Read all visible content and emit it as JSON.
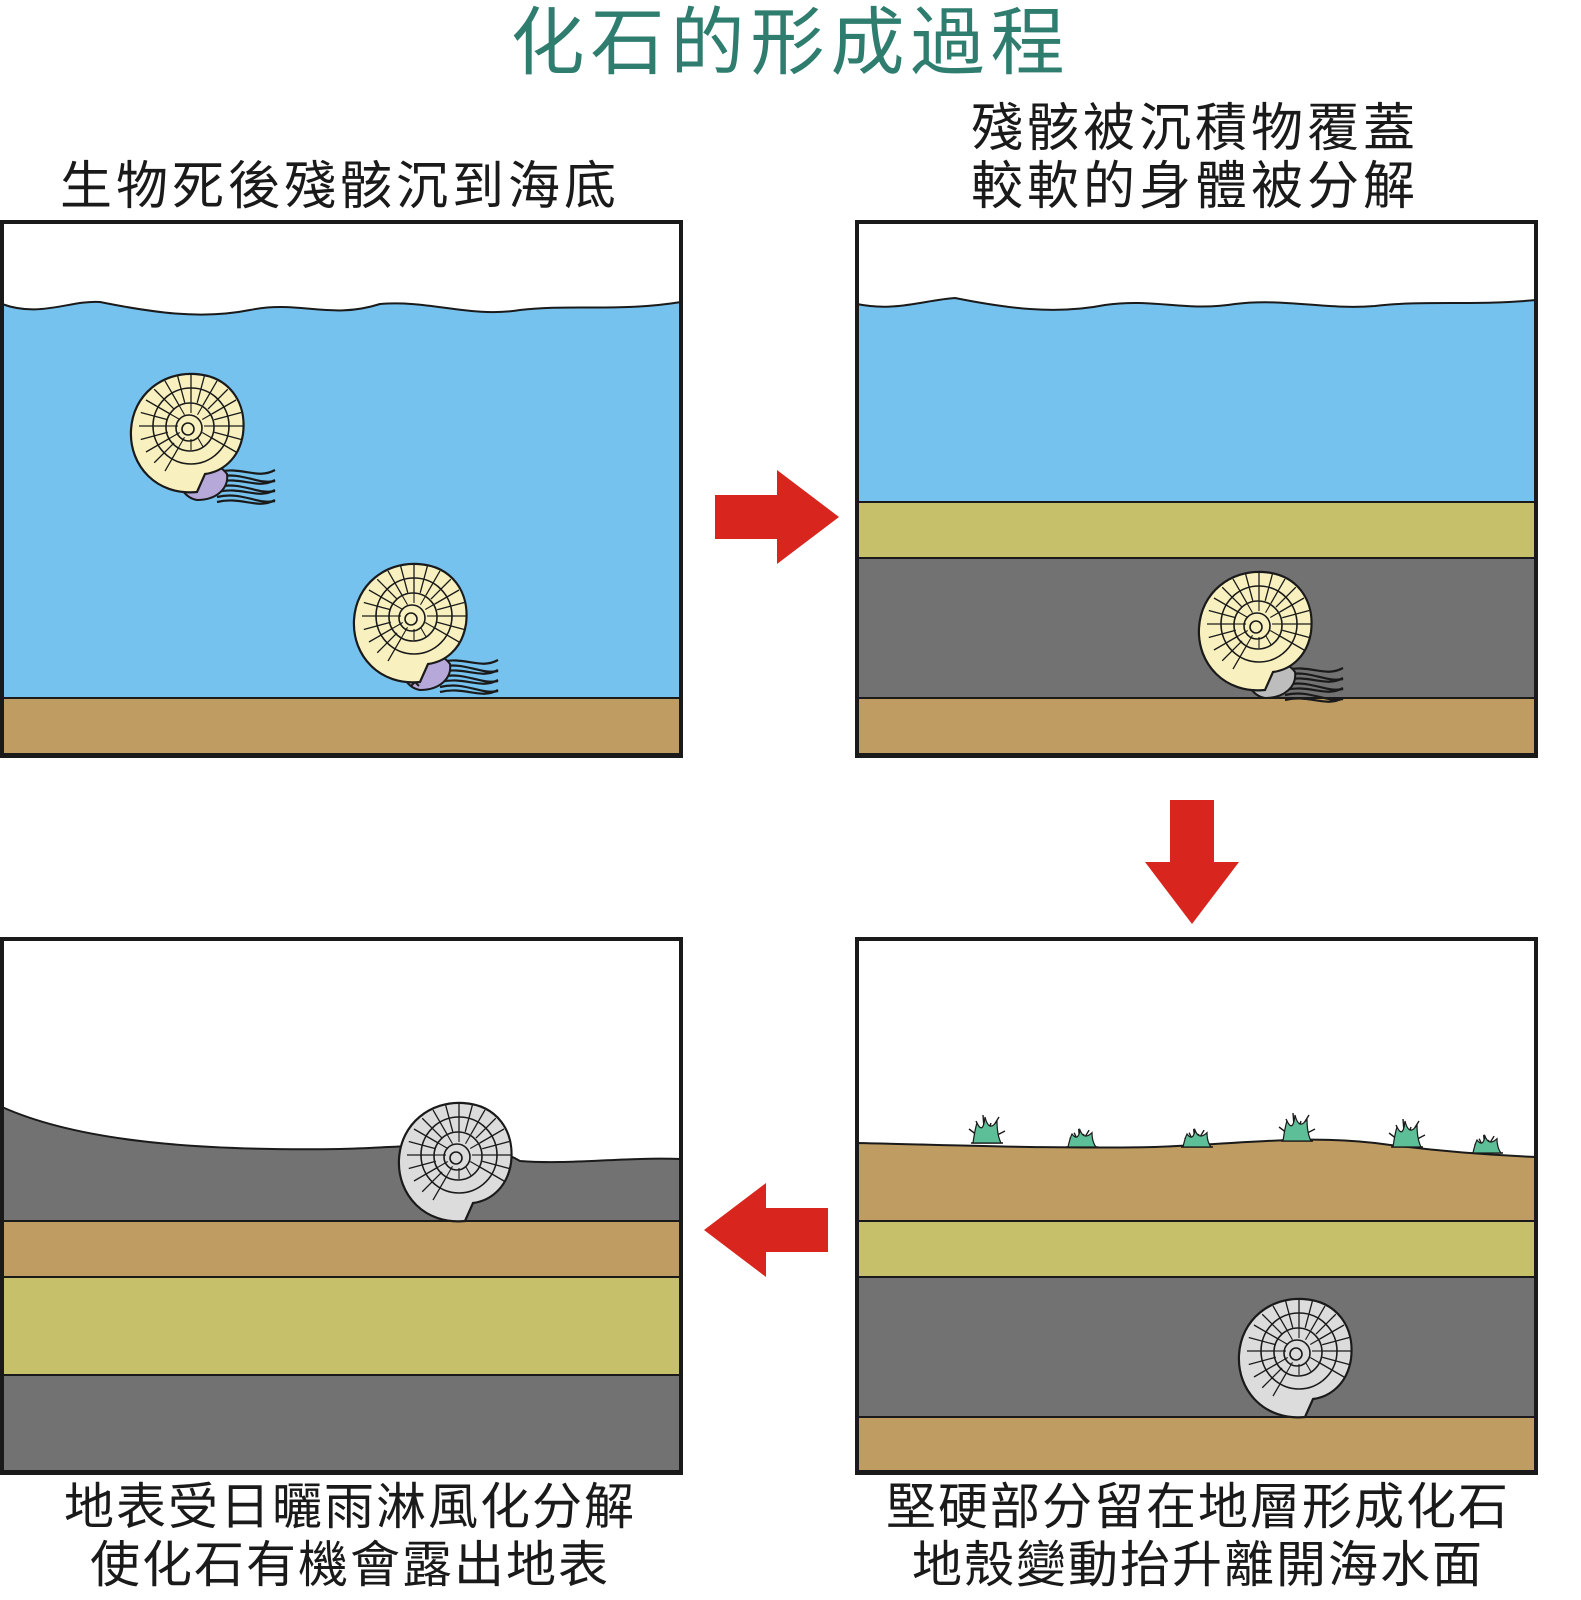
{
  "title": "化石的形成過程",
  "panels": [
    {
      "id": 1,
      "caption_lines": [
        "生物死後殘骸沉到海底"
      ]
    },
    {
      "id": 2,
      "caption_lines": [
        "殘骸被沉積物覆蓋",
        "較軟的身體被分解"
      ]
    },
    {
      "id": 3,
      "caption_lines": [
        "堅硬部分留在地層形成化石",
        "地殼變動抬升離開海水面"
      ]
    },
    {
      "id": 4,
      "caption_lines": [
        "地表受日曬雨淋風化分解",
        "使化石有機會露出地表"
      ]
    }
  ],
  "colors": {
    "title": "#2e7d6e",
    "sea": "#76c2ee",
    "sand": "#bf9d62",
    "sediment_yellow": "#c6c06a",
    "rock_gray": "#737272",
    "arrow": "#d8261f",
    "shell_cream": "#f8f1bf",
    "body_purple": "#b6a8d8",
    "fossil_gray": "#dcdcdc",
    "grass": "#5cbf98"
  },
  "icons": {
    "arrow": "red-block-arrow",
    "shell": "ammonite-icon",
    "grass": "grass-tuft-icon"
  }
}
